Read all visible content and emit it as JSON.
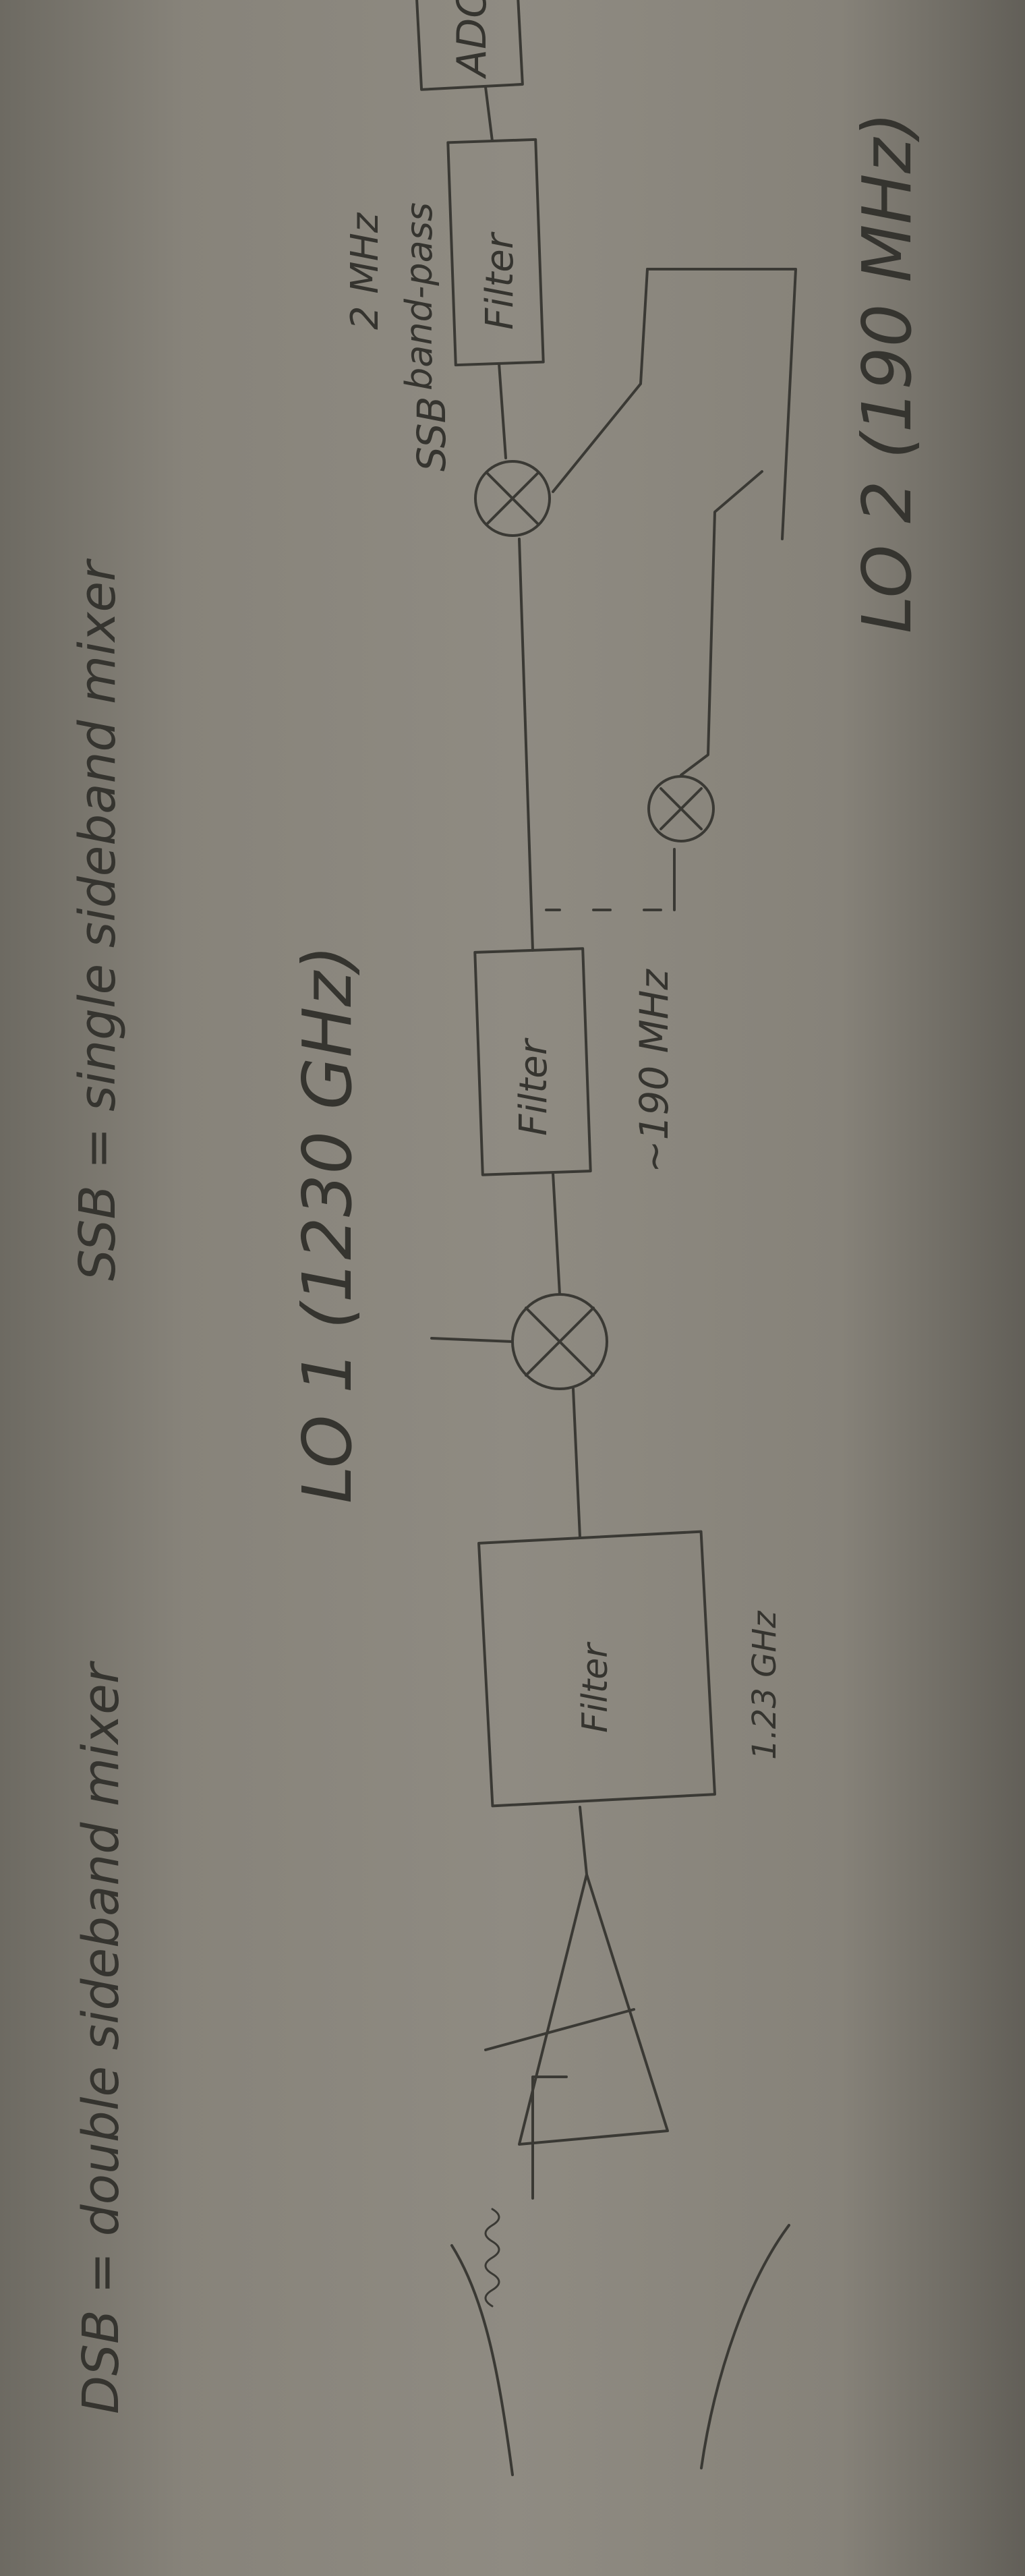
{
  "legend": {
    "dsb": "DSB = double sideband mixer",
    "ssb": "SSB = single sideband mixer"
  },
  "blocks": {
    "horn": "horn",
    "amplifier": "amplifier",
    "filter1": "Filter",
    "filter1_freq": "1.23 GHz",
    "mixer1": "mixer",
    "filter2": "Filter",
    "filter2_freq": "~190 MHz",
    "ssb_label": "SSB",
    "mixer2": "mixer",
    "mixer3": "mixer",
    "bandpass_bw": "2 MHz",
    "bandpass_label": "band-pass",
    "filter3": "Filter",
    "adc": "ADC"
  },
  "oscillators": {
    "lo1": "LO 1 (1230 GHz)",
    "lo2": "LO 2 (190 MHz)"
  },
  "colors": {
    "paper": "#8f8b82",
    "ink": "#3a3934",
    "background": "#3b3a36"
  }
}
